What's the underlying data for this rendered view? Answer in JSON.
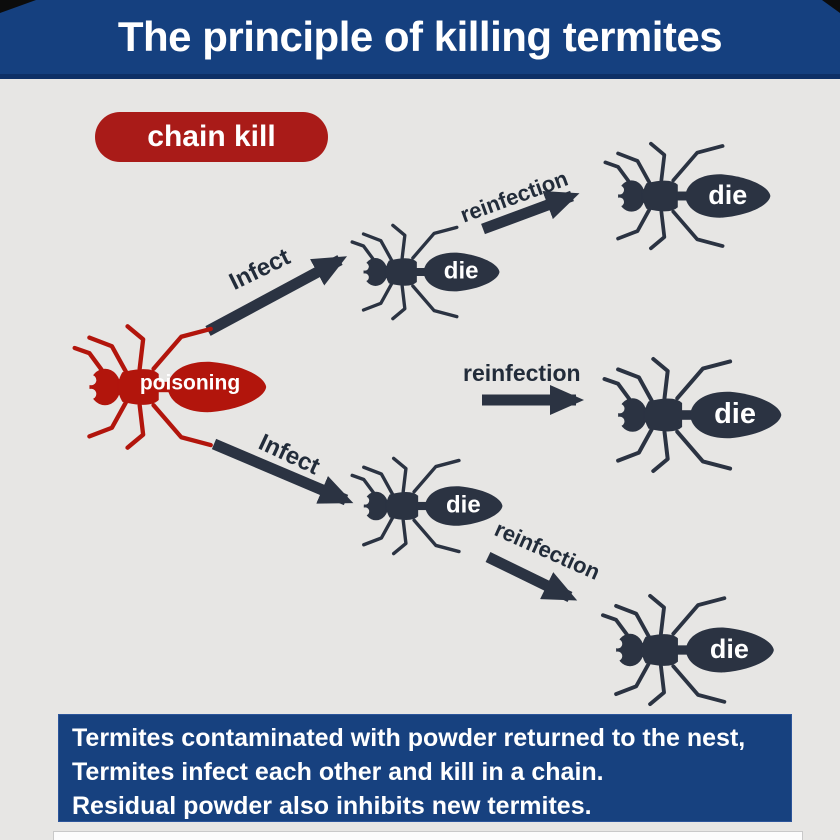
{
  "header": {
    "title": "The principle of killing termites"
  },
  "badge": {
    "label": "chain kill"
  },
  "ants": {
    "source": {
      "id": "poisoned-termite",
      "label": "poisoning"
    },
    "victims": [
      {
        "id": "top-middle",
        "label": "die"
      },
      {
        "id": "top-right",
        "label": "die"
      },
      {
        "id": "middle-right",
        "label": "die"
      },
      {
        "id": "bottom-middle",
        "label": "die"
      },
      {
        "id": "bottom-right",
        "label": "die"
      }
    ]
  },
  "arrows": [
    {
      "id": "infect-top",
      "label": "Infect"
    },
    {
      "id": "reinfection-top",
      "label": "reinfection"
    },
    {
      "id": "reinfection-middle",
      "label": "reinfection"
    },
    {
      "id": "infect-bottom",
      "label": "Infect"
    },
    {
      "id": "reinfection-bottom",
      "label": "reinfection"
    }
  ],
  "info_box": {
    "lines": [
      "Termites contaminated with powder returned to the nest,",
      "Termites infect each other and kill in a chain.",
      "Residual powder also inhibits new termites."
    ]
  },
  "colors": {
    "banner_blue": "#15407f",
    "banner_border": "#0e3066",
    "badge_red": "#a91b18",
    "ant_dark": "#2b3342",
    "ant_red": "#b2150c",
    "background_gray": "#e7e6e4",
    "info_box_blue": "#17417f",
    "text_white": "#ffffff",
    "arrow_dark": "#2b3342"
  }
}
